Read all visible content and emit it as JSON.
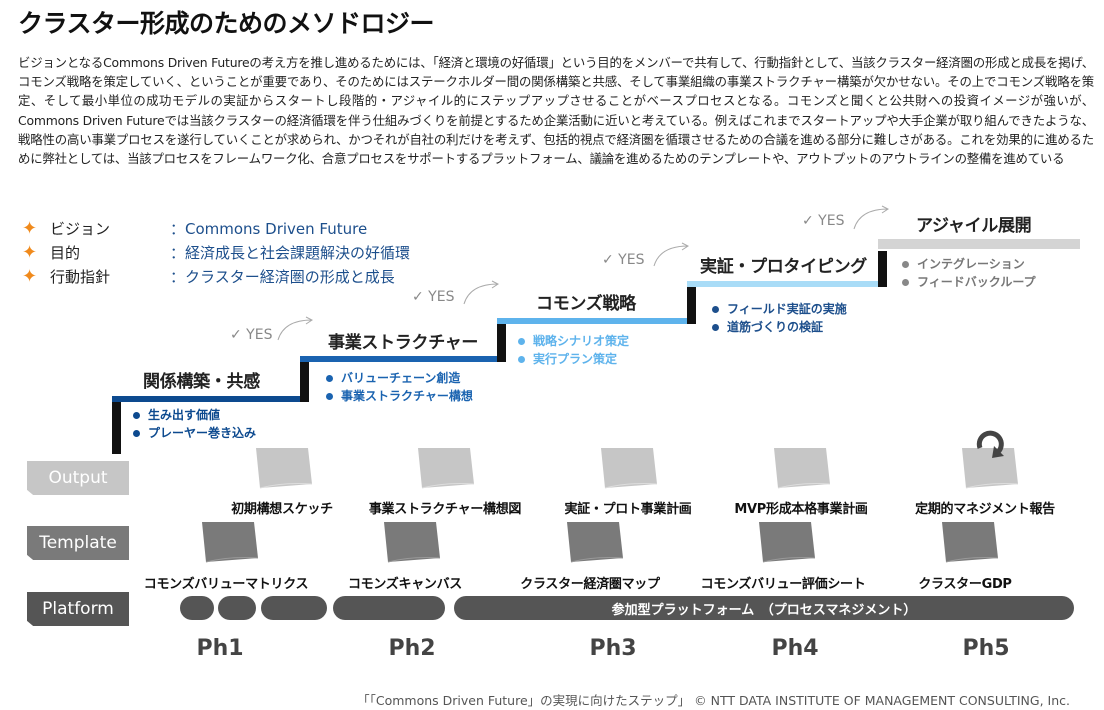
{
  "title": "クラスター形成のためのメソドロジー",
  "description": "ビジョンとなるCommons Driven Futureの考え方を推し進めるためには、「経済と環境の好循環」という目的をメンバーで共有して、行動指針として、当該クラスター経済圏の形成と成長を掲げ、コモンズ戦略を策定していく、ということが重要であり、そのためにはステークホルダー間の関係構築と共感、そして事業組織の事業ストラクチャー構築が欠かせない。その上でコモンズ戦略を策定、そして最小単位の成功モデルの実証からスタートし段階的・アジャイル的にステップアップさせることがベースプロセスとなる。コモンズと聞くと公共財への投資イメージが強いが、Commons Driven Futureでは当該クラスターの経済循環を伴う仕組みづくりを前提とするため企業活動に近いと考えている。例えばこれまでスタートアップや大手企業が取り組んできたような、戦略性の高い事業プロセスを遂行していくことが求められ、かつそれが自社の利だけを考えず、包括的視点で経済圏を循環させるための合議を進める部分に難しさがある。これを効果的に進めるために弊社としては、当該プロセスをフレームワーク化、合意プロセスをサポートするプラットフォーム、議論を進めるためのテンプレートや、アウトプットのアウトラインの整備を進めている",
  "key_items": [
    {
      "label": "ビジョン",
      "value": "：Commons Driven Future"
    },
    {
      "label": "目的",
      "value": "：経済成長と社会課題解決の好循環"
    },
    {
      "label": "行動指針",
      "value": "：クラスター経済圏の形成と成長"
    }
  ],
  "yes_label": "✓ YES",
  "steps": [
    {
      "title": "関係構築・共感",
      "bullets": [
        "生み出す価値",
        "プレーヤー巻き込み"
      ],
      "color": "#0d4a8f",
      "bullet_color": "#0d4a8f"
    },
    {
      "title": "事業ストラクチャー",
      "bullets": [
        "バリューチェーン創造",
        "事業ストラクチャー構想"
      ],
      "color": "#1a63b0",
      "bullet_color": "#1a63b0"
    },
    {
      "title": "コモンズ戦略",
      "bullets": [
        "戦略シナリオ策定",
        "実行プラン策定"
      ],
      "color": "#5eb3ec",
      "bullet_color": "#5eb3ec"
    },
    {
      "title": "実証・プロタイピング",
      "bullets": [
        "フィールド実証の実施",
        "道筋づくりの検証"
      ],
      "color": "#a9dcf7",
      "bullet_color": "#1d4f8c"
    },
    {
      "title": "アジャイル展開",
      "bullets": [
        "インテグレーション",
        "フィードバックループ"
      ],
      "color": "#d4d4d4",
      "bullet_color": "#888888"
    }
  ],
  "rows": {
    "output": "Output",
    "template": "Template",
    "platform": "Platform"
  },
  "outputs": [
    "初期構想スケッチ",
    "事業ストラクチャー構想図",
    "実証・プロト事業計画",
    "MVP形成本格事業計画",
    "定期的マネジメント報告"
  ],
  "templates": [
    "コモンズバリューマトリクス",
    "コモンズキャンバス",
    "クラスター経済圏マップ",
    "コモンズバリュー評価シート",
    "クラスターGDP"
  ],
  "platform_label": "参加型プラットフォーム　（プロセスマネジメント）",
  "phases": [
    "Ph1",
    "Ph2",
    "Ph3",
    "Ph4",
    "Ph5"
  ],
  "footer": "「「Commons Driven Future」の実現に向けたステップ」 © NTT DATA INSTITUTE OF MANAGEMENT CONSULTING, Inc.",
  "colors": {
    "accent_star": "#f08a1c",
    "output_box": "#c6c6c6",
    "template_box": "#7a7a7a",
    "platform_box": "#555555"
  }
}
